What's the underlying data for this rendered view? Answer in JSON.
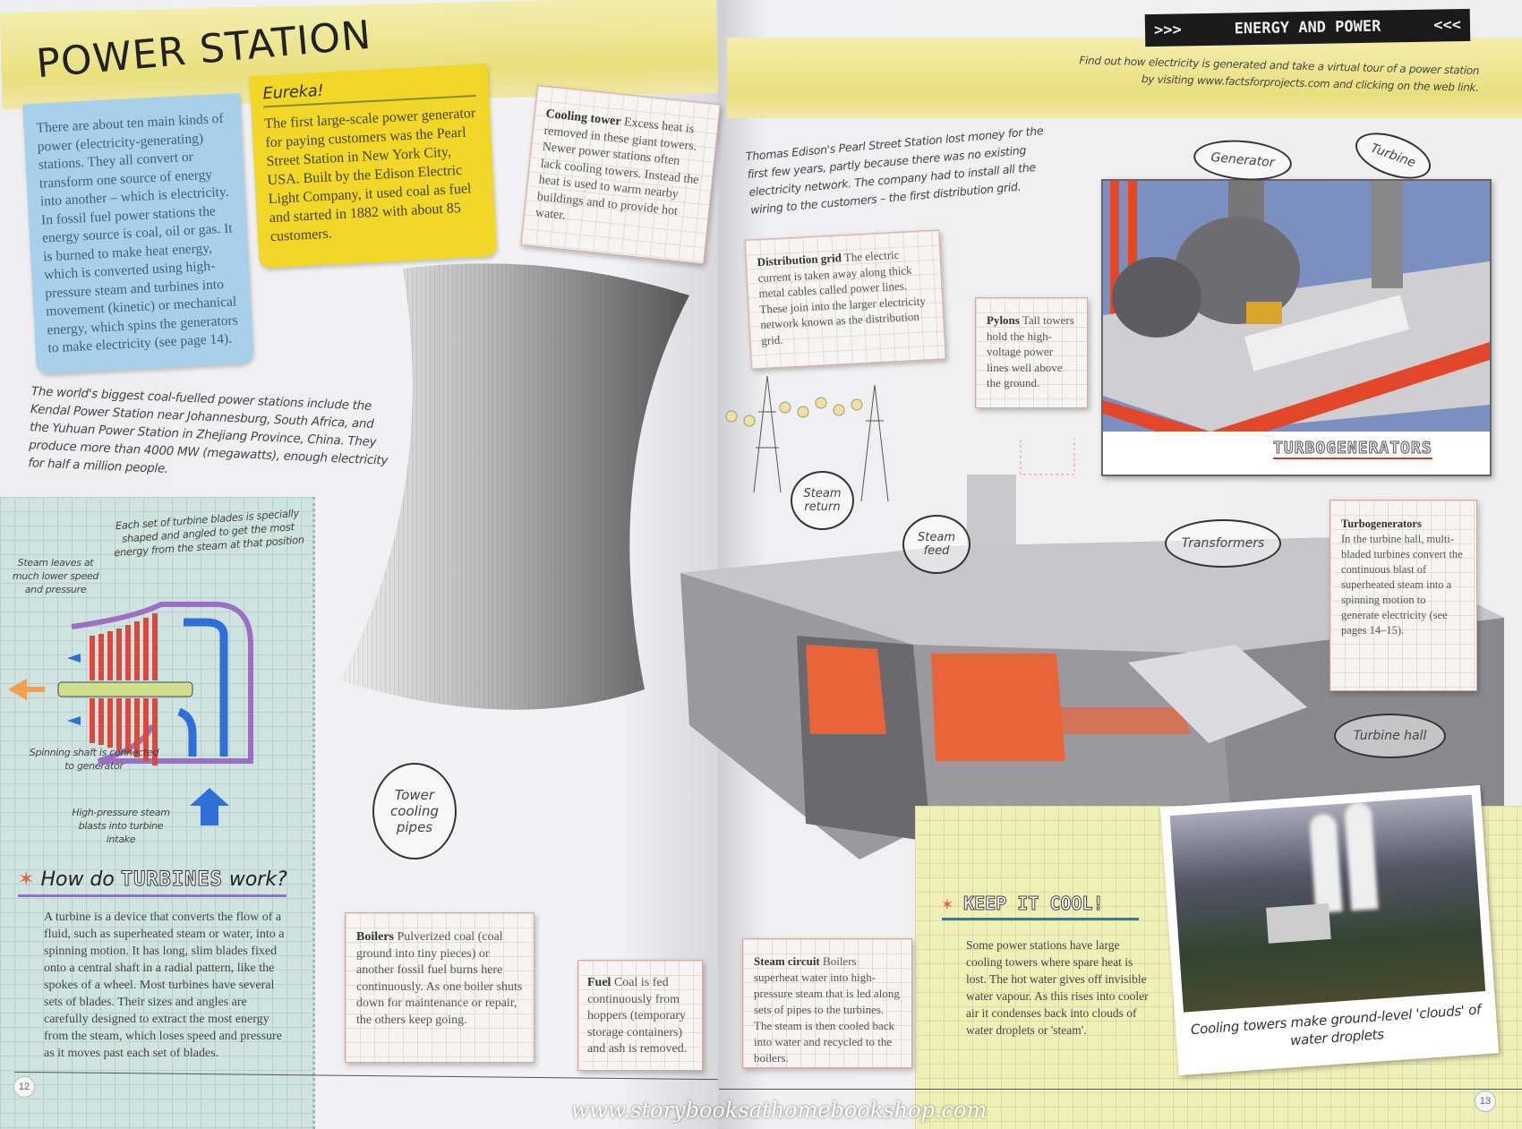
{
  "left_page": {
    "title": "POWER STATION",
    "intro": "There are about ten main kinds of power (electricity-generating) stations. They all convert or transform one source of energy into another – which is electricity. In fossil fuel power stations the energy source is coal, oil or gas. It is burned to make heat energy, which is converted using high-pressure steam and turbines into movement (kinetic) or mechanical energy, which spins the generators to make electricity (see page 14).",
    "eureka": {
      "heading": "Eureka!",
      "text": "The first large-scale power generator for paying customers was the Pearl Street Station in New York City, USA. Built by the Edison Electric Light Company, it used coal as fuel and started in 1882 with about 85 customers."
    },
    "cooling_tower": {
      "label": "Cooling tower",
      "text": "Excess heat is removed in these giant towers. Newer power stations often lack cooling towers. Instead the heat is used to warm nearby buildings and to provide hot water."
    },
    "fact": "The world's biggest coal-fuelled power stations include the Kendal Power Station near Johannesburg, South Africa, and the Yuhuan Power Station in Zhejiang Province, China. They produce more than 4000 MW (megawatts), enough electricity for half a million people.",
    "diagram": {
      "blades_note": "Each set of turbine blades is specially shaped and angled to get the most energy from the steam at that position",
      "steam_leaves": "Steam leaves at much lower speed and pressure",
      "shaft": "Spinning shaft is connected to generator",
      "intake": "High-pressure steam blasts into turbine intake"
    },
    "turbines": {
      "heading_pre": "How do",
      "heading_word": "TURBINES",
      "heading_post": "work?",
      "text": "A turbine is a device that converts the flow of a fluid, such as superheated steam or water, into a spinning motion. It has long, slim blades fixed onto a central shaft in a radial pattern, like the spokes of a wheel. Most turbines have several sets of blades. Their sizes and angles are carefully designed to extract the most energy from the steam, which loses speed and pressure as it moves past each set of blades."
    },
    "boilers": {
      "label": "Boilers",
      "text": "Pulverized coal (coal ground into tiny pieces) or another fossil fuel burns here continuously. As one boiler shuts down for maintenance or repair, the others keep going."
    },
    "fuel": {
      "label": "Fuel",
      "text": "Coal is fed continuously from hoppers (temporary storage containers) and ash is removed."
    },
    "tower_pipes": "Tower cooling pipes",
    "page_number": "12"
  },
  "right_page": {
    "section": "ENERGY AND POWER",
    "section_arrows_left": ">>>",
    "section_arrows_right": "<<<",
    "web_link": "Find out how electricity is generated and take a virtual tour of a power station by visiting www.factsforprojects.com and clicking on the web link.",
    "edison": "Thomas Edison's Pearl Street Station lost money for the first few years, partly because there was no existing electricity network. The company had to install all the wiring to the customers – the first distribution grid.",
    "distribution": {
      "label": "Distribution grid",
      "text": "The electric current is taken away along thick metal cables called power lines. These join into the larger electricity network known as the distribution grid."
    },
    "pylons": {
      "label": "Pylons",
      "text": "Tall towers hold the high-voltage power lines well above the ground."
    },
    "generator_label": "Generator",
    "turbine_label": "Turbine",
    "turbogen_caption": "TURBOGENERATORS",
    "turbogen": {
      "label": "Turbogenerators",
      "text": "In the turbine hall, multi-bladed turbines convert the continuous blast of superheated steam into a spinning motion to generate electricity (see pages 14–15)."
    },
    "steam_return": "Steam return",
    "steam_feed": "Steam feed",
    "transformers": "Transformers",
    "turbine_hall": "Turbine hall",
    "steam_circuit": {
      "label": "Steam circuit",
      "text": "Boilers superheat water into high-pressure steam that is led along sets of pipes to the turbines. The steam is then cooled back into water and recycled to the boilers."
    },
    "keep_cool": {
      "heading": "KEEP IT COOL!",
      "text": "Some power stations have large cooling towers where spare heat is lost. The hot water gives off invisible water vapour. As this rises into cooler air it condenses back into clouds of water droplets or 'steam'."
    },
    "photo_caption": "Cooling towers make ground-level 'clouds' of water droplets",
    "page_number": "13"
  },
  "watermark": "www.storybooksathomebookshop.com",
  "colors": {
    "blue_box": "#a9d0ea",
    "yellow_box": "#f1d72a",
    "banner": "#ebe28a",
    "orange": "#e8643a",
    "header_bar": "#1a1a1a"
  }
}
